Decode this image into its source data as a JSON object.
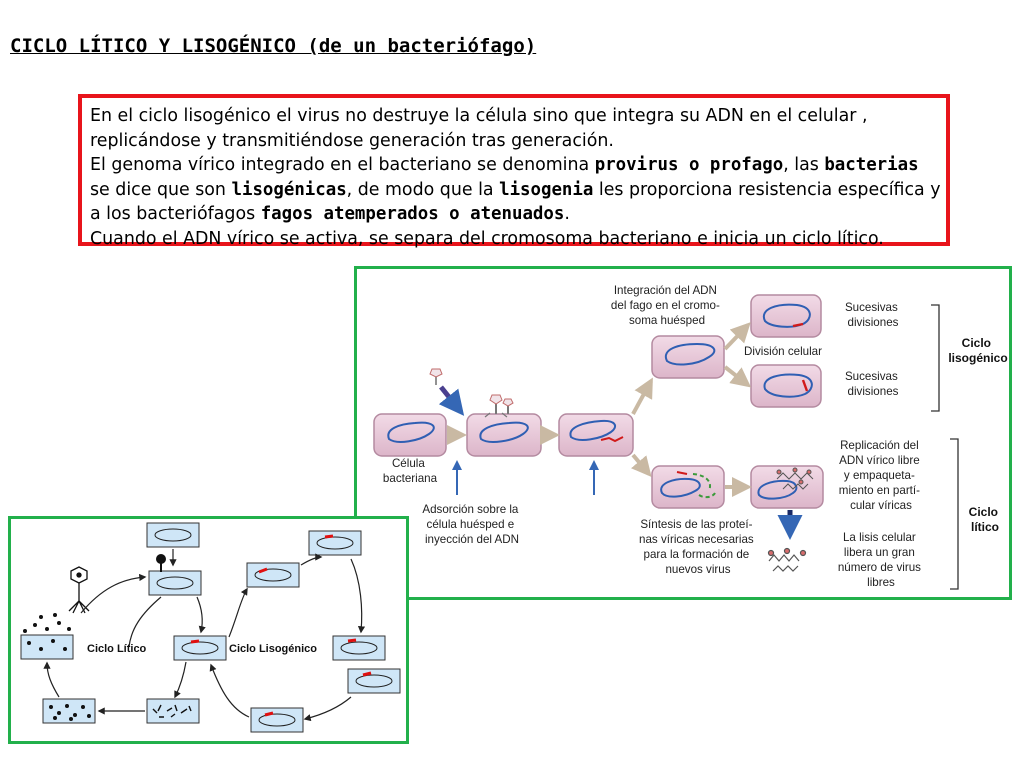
{
  "title": "CICLO LÍTICO Y LISOGÉNICO (de un bacteriófago)",
  "paragraph": {
    "p1": "En el ciclo lisogénico el virus no destruye la célula sino que integra su ADN en el celular , replicándose y transmitiéndose generación tras generación.",
    "p2_a": "El genoma vírico integrado en el bacteriano se denomina ",
    "p2_b": "provirus o profago",
    "p2_c": ", las ",
    "p2_d": "bacterias",
    "p2_e": " se dice que son ",
    "p2_f": "lisogénicas",
    "p2_g": ", de modo que la ",
    "p2_h": "lisogenia",
    "p2_i": " les proporciona resistencia específica y a los bacteriófagos ",
    "p2_j": "fagos atemperados o atenuados",
    "p2_k": ".",
    "p3": "Cuando el ADN vírico se activa, se separa del cromosoma bacteriano e inicia un ciclo lítico."
  },
  "diagram1": {
    "integracion": [
      "Integración del ADN",
      "del fago en el cromo-",
      "soma huésped"
    ],
    "sucesivas1": [
      "Sucesivas",
      "divisiones"
    ],
    "sucesivas2": [
      "Sucesivas",
      "divisiones"
    ],
    "division": "División celular",
    "ciclo_lisogenico": [
      "Ciclo",
      "lisogénico"
    ],
    "celula": [
      "Célula",
      "bacteriana"
    ],
    "adsorcion": [
      "Adsorción sobre la",
      "célula huésped e",
      "inyección del ADN"
    ],
    "replicacion": [
      "Replicación del",
      "ADN vírico libre",
      "y empaqueta-",
      "miento en partí-",
      "cular víricas"
    ],
    "sintesis": [
      "Síntesis de las proteí-",
      "nas víricas necesarias",
      "para la formación de",
      "nuevos virus"
    ],
    "lisis": [
      "La lisis celular",
      "libera un gran",
      "número de virus",
      "libres"
    ],
    "ciclo_litico": [
      "Ciclo",
      "lítico"
    ],
    "colors": {
      "cell_fill": "#e9c8d8",
      "cell_edge": "#b48aa0",
      "dna": "#2f5fb3",
      "viral_dna": "#d11a1a",
      "arrow": "#c9b9a3"
    }
  },
  "diagram2": {
    "ciclo_litico": "Ciclo Lítico",
    "ciclo_lisogenico": "Ciclo Lisogénico",
    "colors": {
      "cell_fill": "#cfe6f7",
      "cell_edge": "#333333",
      "viral_dna": "#e01010"
    }
  }
}
